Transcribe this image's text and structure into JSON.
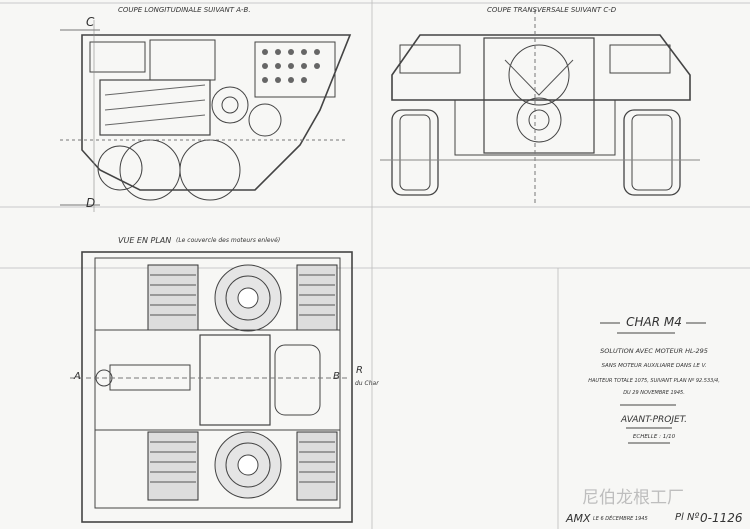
{
  "drawing": {
    "section_longitudinal": "COUPE LONGITUDINALE SUIVANT A-B.",
    "section_transverse": "COUPE TRANSVERSALE SUIVANT C-D",
    "plan_view": "VUE EN PLAN",
    "plan_view_note": "(Le couvercle des moteurs enlevé)",
    "marker_c": "C",
    "marker_d": "D",
    "marker_a": "A",
    "marker_b": "B",
    "marker_r": "R",
    "marker_r_note": "du Char"
  },
  "title_block": {
    "title": "CHAR M4",
    "line1": "SOLUTION AVEC MOTEUR HL-295",
    "line2": "SANS MOTEUR AUXILIAIRE DANS LE V.",
    "line3": "HAUTEUR TOTALE 1075, SUIVANT PLAN Nº 92.533/4,",
    "line4": "DU 29 NOVEMBRE 1945.",
    "stage": "AVANT-PROJET.",
    "scale": "ECHELLE : 1/10",
    "maker": "AMX",
    "date": "LE 6 DÉCEMBRE 1945",
    "plan_number_label": "Pl Nº",
    "plan_number": "0-1126"
  },
  "watermark": "尼伯龙根工厂"
}
